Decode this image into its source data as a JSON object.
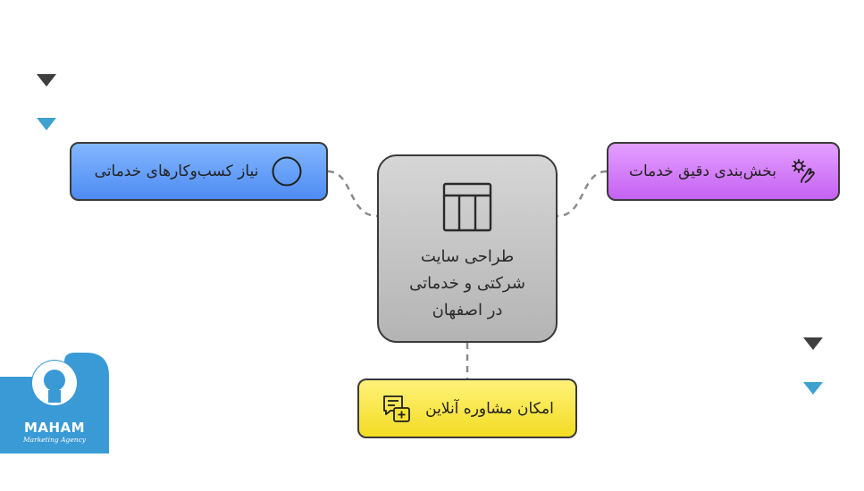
{
  "diagram": {
    "center": {
      "title": "طراحی سایت\nشرکتی و خدماتی\nدر اصفهان",
      "icon": "table-icon"
    },
    "left": {
      "label": "نیاز کسب‌وکارهای خدماتی",
      "icon": "circle-icon",
      "color": "#5a96f5"
    },
    "right": {
      "label": "بخش‌بندی دقیق خدمات",
      "icon": "gear-hand-icon",
      "color": "#cc6ff5"
    },
    "bottom": {
      "label": "امکان مشاوره آنلاین",
      "icon": "chat-plus-icon",
      "color": "#f5e033"
    }
  },
  "logo": {
    "name": "MAHAM",
    "tagline": "Marketing Agency",
    "color": "#3a9ad6"
  },
  "decorations": {
    "dark_color": "#3f3f3f",
    "blue_color": "#3ea1d0"
  }
}
